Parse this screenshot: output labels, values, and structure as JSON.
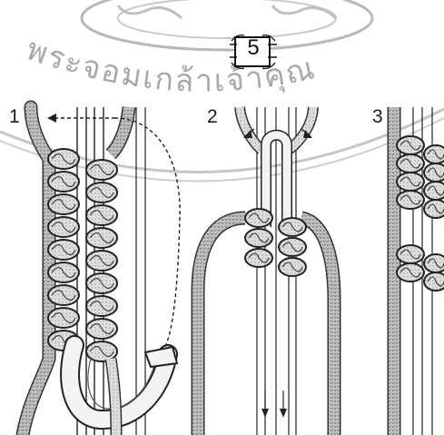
{
  "figure": {
    "badge_label": "5",
    "steps": [
      {
        "number": "1"
      },
      {
        "number": "2"
      },
      {
        "number": "3"
      }
    ]
  },
  "watermark": {
    "text": "พระจอมเกล้าเจ้าคุณ",
    "color": "#9a9a9a"
  },
  "colors": {
    "ink": "#1a1a1a",
    "cord_fill": "#e4e4e4",
    "cord_shadow": "#7a7a7a"
  }
}
